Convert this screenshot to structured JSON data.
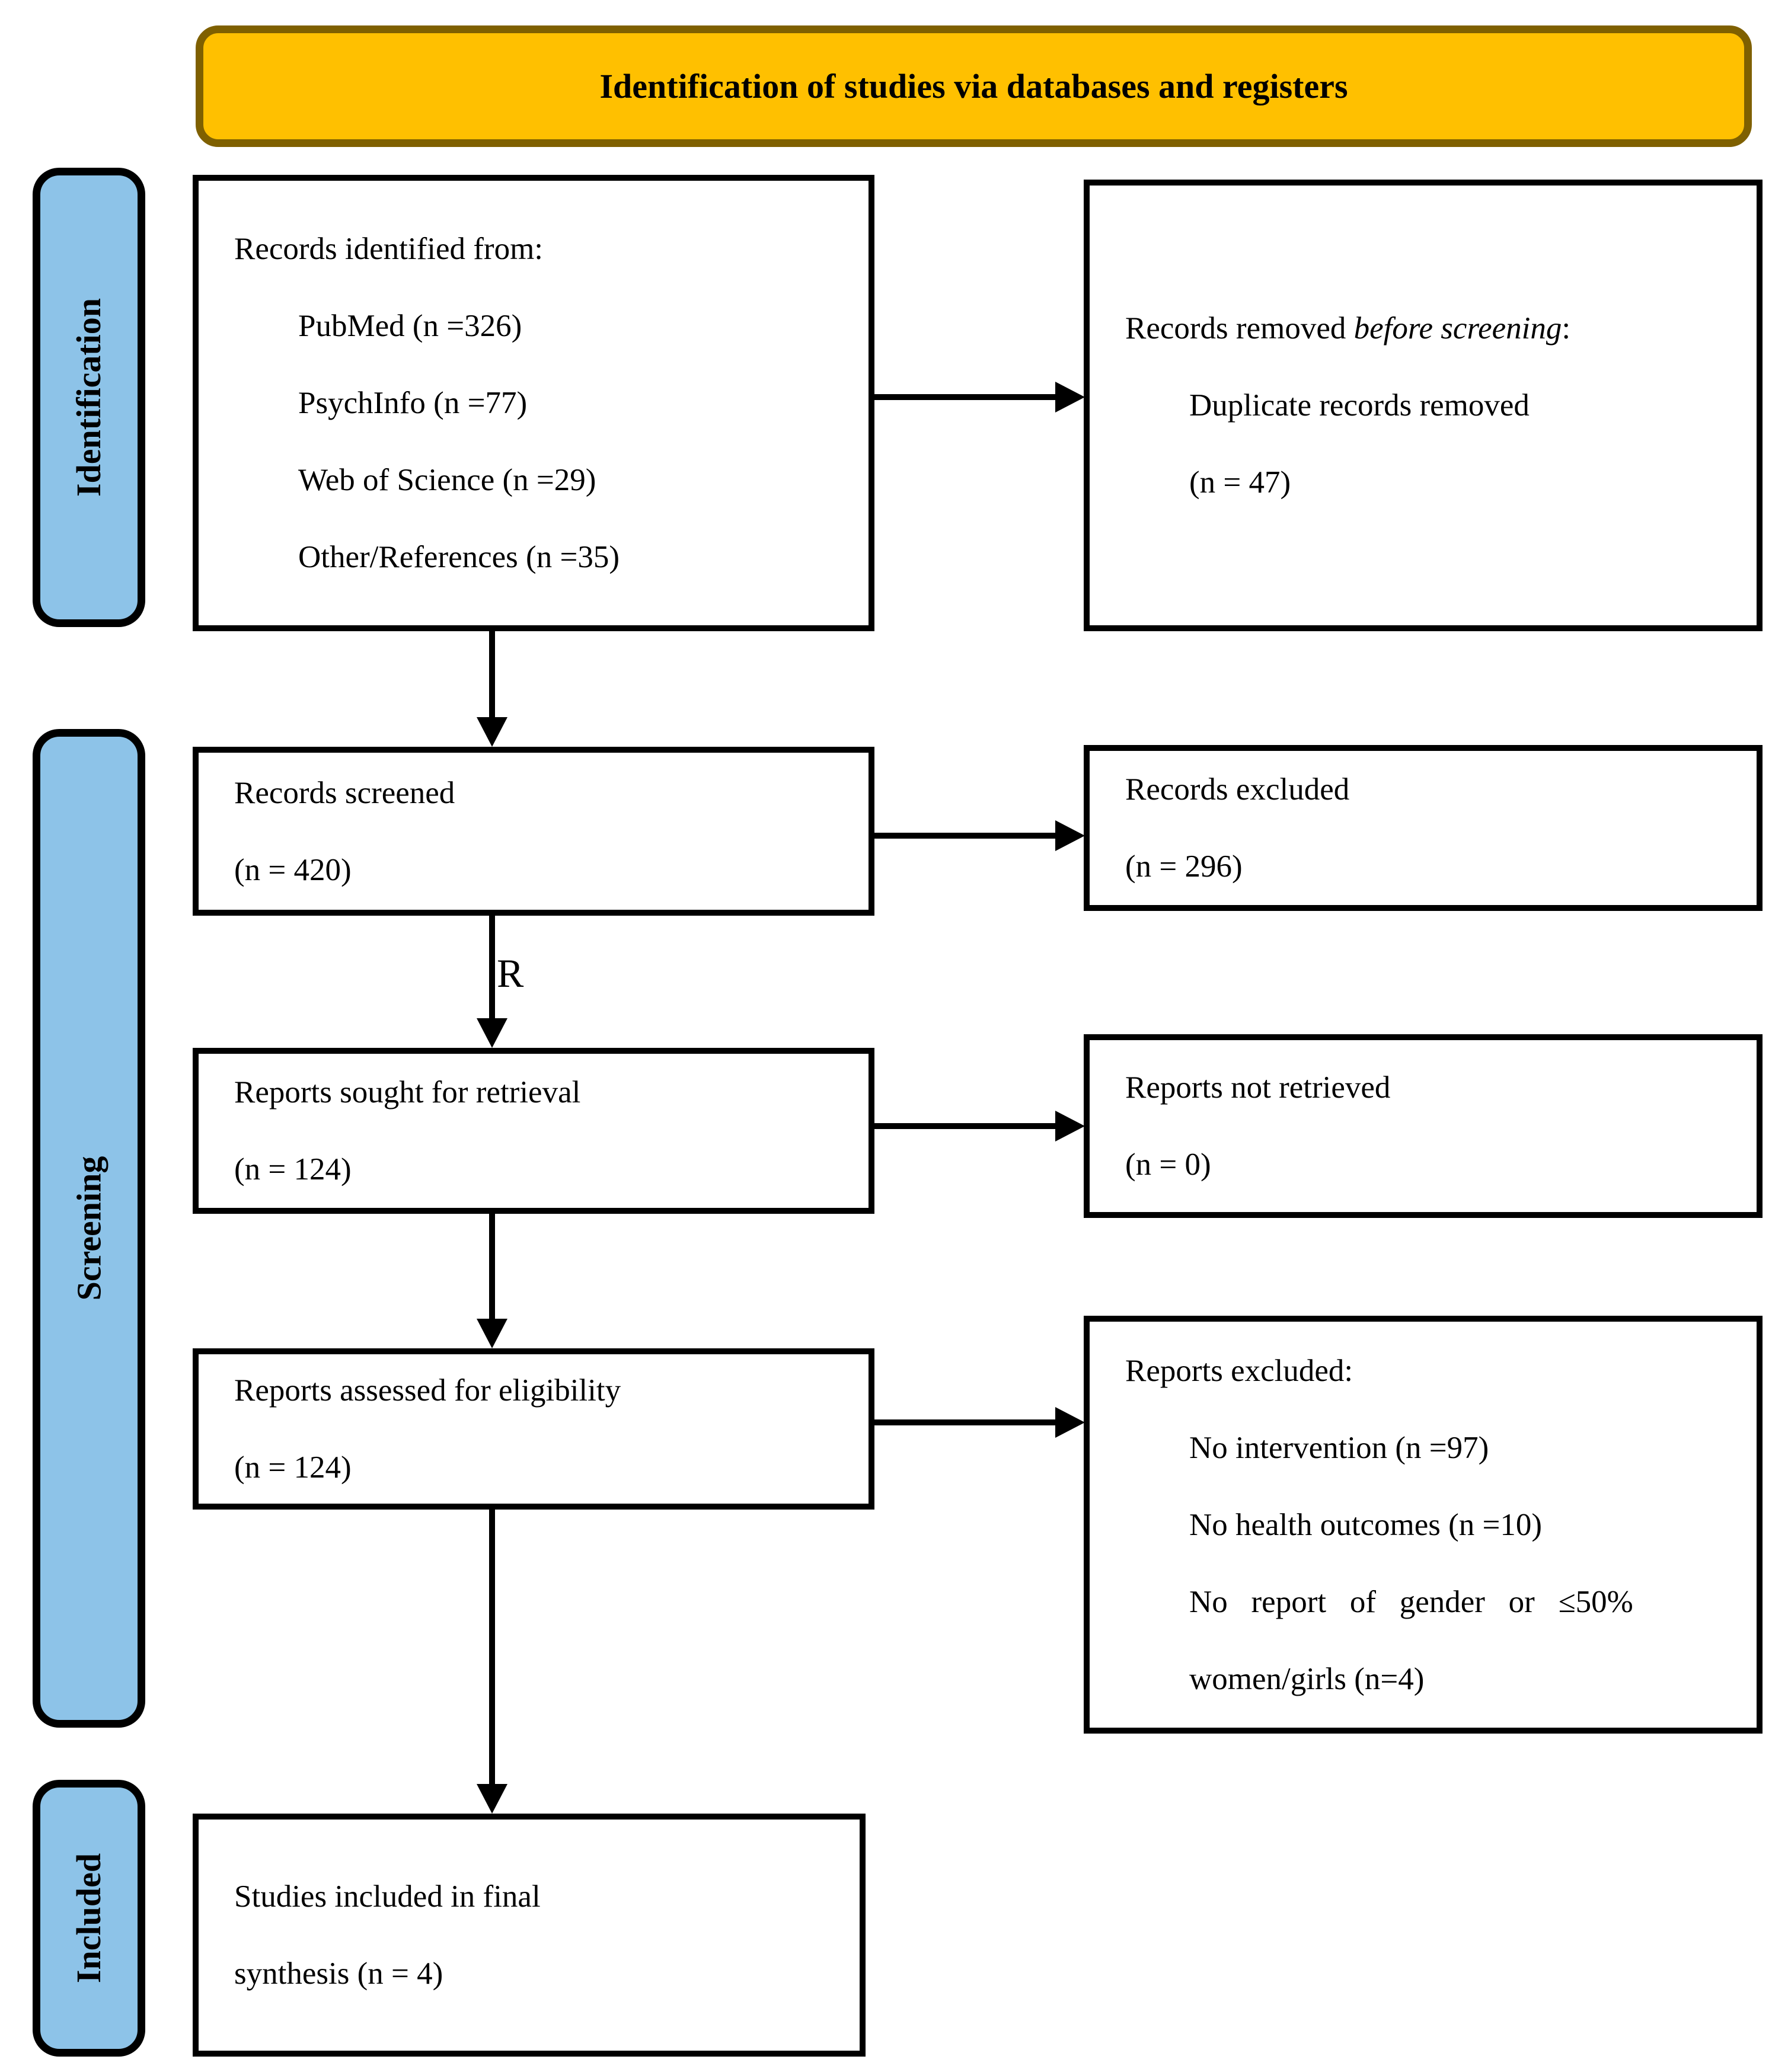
{
  "header": {
    "title": "Identification of studies via databases and registers"
  },
  "sidebar": {
    "stages": [
      {
        "label": "Identification"
      },
      {
        "label": "Screening"
      },
      {
        "label": "Included"
      }
    ]
  },
  "boxes": {
    "records_identified": {
      "title": "Records identified from:",
      "items": [
        "PubMed (n =326)",
        "PsychInfo (n =77)",
        "Web of Science (n =29)",
        "Other/References (n =35)"
      ]
    },
    "records_removed": {
      "title_prefix": "Records removed ",
      "title_italic": "before screening",
      "title_suffix": ":",
      "items": [
        "Duplicate records removed",
        "(n = 47)"
      ]
    },
    "records_screened": {
      "lines": [
        "Records screened",
        "(n = 420)"
      ]
    },
    "records_excluded": {
      "lines": [
        "Records excluded",
        "(n = 296)"
      ]
    },
    "reports_sought": {
      "lines": [
        "Reports sought for retrieval",
        "(n = 124)"
      ]
    },
    "reports_not_retrieved": {
      "lines": [
        "Reports not retrieved",
        "(n = 0)"
      ]
    },
    "reports_assessed": {
      "lines": [
        "Reports assessed for eligibility",
        "(n = 124)"
      ]
    },
    "reports_excluded": {
      "title": "Reports excluded:",
      "items": [
        "No intervention (n =97)",
        "No health outcomes (n =10)",
        "No report of gender or ≤50%",
        "women/girls (n=4)"
      ]
    },
    "studies_included": {
      "lines": [
        "Studies included in final",
        "synthesis (n = 4)"
      ]
    }
  },
  "annotations": {
    "arrow_label": "R"
  },
  "colors": {
    "header_fill": "#FFC000",
    "header_border": "#7F6000",
    "sidebar_fill": "#8DC3E8",
    "line_color": "#000000",
    "text_color": "#000000"
  }
}
